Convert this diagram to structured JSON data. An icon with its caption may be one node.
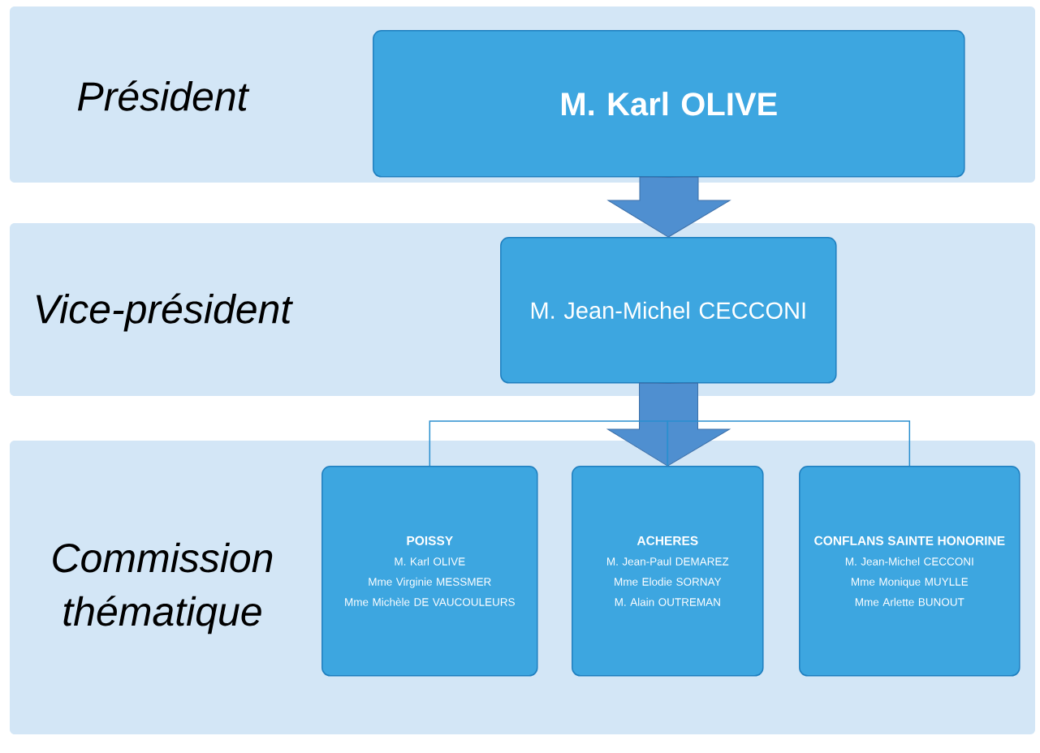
{
  "diagram": {
    "nodes": [
      {
        "text": [
          "Président"
        ]
      },
      {
        "text": [
          "M. Karl OLIVE"
        ],
        "in": 0
      },
      {
        "text": [
          "Vice-président"
        ]
      },
      {
        "text": [
          "M. Jean-Michel CECCONI"
        ],
        "in": 2
      },
      {
        "text": [
          "Commission thématique"
        ]
      },
      {
        "text": [
          "POISSY",
          "M. Karl OLIVE",
          "Mme Virginie MESSMER",
          "Mme Michèle DE VAUCOULEURS"
        ],
        "in": 4
      },
      {
        "text": [
          "ACHERES",
          "M. Jean-Paul DEMAREZ",
          "Mme Elodie SORNAY",
          "M. Alain OUTREMAN"
        ],
        "in": 4
      },
      {
        "text": [
          "CONFLANS SAINTE HONORINE",
          "M. Jean-Michel CECCONI",
          "Mme Monique MUYLLE",
          "Mme Arlette BUNOUT"
        ],
        "in": 4
      }
    ],
    "edges": [
      {
        "from": 1,
        "to": 3,
        "arrow": "to",
        "style": "thick"
      },
      {
        "from": 3,
        "to": 6,
        "arrow": "to",
        "style": "thick"
      },
      {
        "from": 5,
        "to": 6,
        "arrow": "none"
      },
      {
        "from": 6,
        "to": 7,
        "arrow": "none"
      }
    ]
  }
}
